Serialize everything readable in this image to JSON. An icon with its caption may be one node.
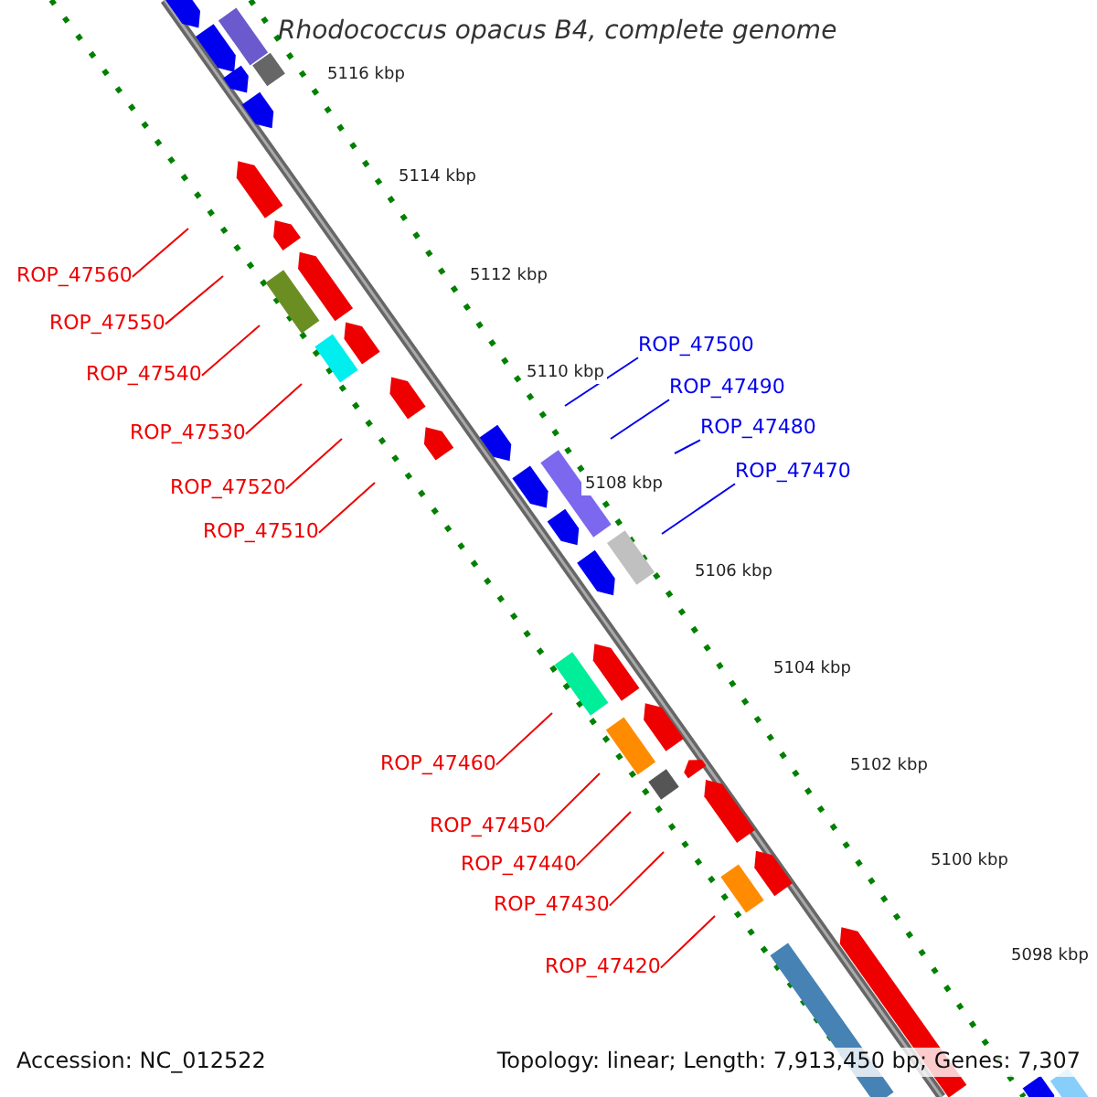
{
  "diagram": {
    "title": "Rhodococcus opacus B4, complete genome",
    "nodes": [
      {
        "text": [
          "ROP_47560"
        ]
      },
      {
        "text": [
          "ROP_47550"
        ]
      },
      {
        "text": [
          "ROP_47540"
        ]
      },
      {
        "text": [
          "ROP_47530"
        ]
      },
      {
        "text": [
          "ROP_47520"
        ]
      },
      {
        "text": [
          "ROP_47510"
        ]
      },
      {
        "text": [
          "ROP_47500"
        ]
      },
      {
        "text": [
          "ROP_47490"
        ]
      },
      {
        "text": [
          "ROP_47480"
        ]
      },
      {
        "text": [
          "ROP_47470"
        ]
      },
      {
        "text": [
          "ROP_47460"
        ]
      },
      {
        "text": [
          "ROP_47450"
        ]
      },
      {
        "text": [
          "ROP_47440"
        ]
      },
      {
        "text": [
          "ROP_47430"
        ]
      },
      {
        "text": [
          "ROP_47420"
        ]
      }
    ],
    "edges": [
      {
        "from": 0,
        "to": null,
        "arrow": "none"
      },
      {
        "from": 1,
        "to": null,
        "arrow": "none"
      },
      {
        "from": 2,
        "to": null,
        "arrow": "none"
      },
      {
        "from": 3,
        "to": null,
        "arrow": "none"
      },
      {
        "from": 4,
        "to": null,
        "arrow": "none"
      },
      {
        "from": 5,
        "to": null,
        "arrow": "none"
      },
      {
        "from": 6,
        "to": null,
        "arrow": "none",
        "color": "#0000ee"
      },
      {
        "from": 7,
        "to": null,
        "arrow": "none",
        "color": "#0000ee"
      },
      {
        "from": 8,
        "to": null,
        "arrow": "none",
        "color": "#0000ee"
      },
      {
        "from": 9,
        "to": null,
        "arrow": "none",
        "color": "#0000ee"
      },
      {
        "from": 10,
        "to": null,
        "arrow": "none"
      },
      {
        "from": 11,
        "to": null,
        "arrow": "none"
      },
      {
        "from": 12,
        "to": null,
        "arrow": "none"
      },
      {
        "from": 13,
        "to": null,
        "arrow": "none"
      },
      {
        "from": 14,
        "to": null,
        "arrow": "none"
      }
    ],
    "labels": [
      "5116 kbp",
      "5114 kbp",
      "5112 kbp",
      "5110 kbp",
      "5108 kbp",
      "5106 kbp",
      "5104 kbp",
      "5102 kbp",
      "5100 kbp",
      "5098 kbp",
      "Accession: NC_012522",
      "Topology: linear; Length: 7,913,450 bp; Genes: 7,307"
    ]
  }
}
